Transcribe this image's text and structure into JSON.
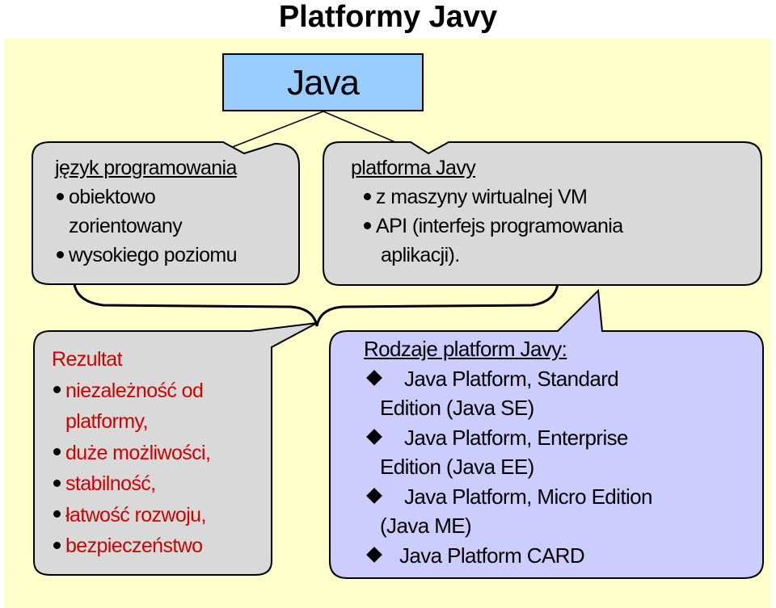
{
  "title": "Platformy Javy",
  "java_label": "Java",
  "language_box": {
    "heading": "język programowania",
    "items": [
      "obiektowo",
      "zorientowany",
      "wysokiego poziomu"
    ]
  },
  "platform_box": {
    "heading": "platforma Javy",
    "items": [
      "z maszyny wirtualnej VM",
      "API (interfejs programowania",
      "aplikacji)."
    ]
  },
  "result_box": {
    "heading": "Rezultat",
    "items": [
      "niezależność od",
      "platformy,",
      "duże możliwości,",
      "stabilność,",
      "łatwość rozwoju,",
      "bezpieczeństwo"
    ]
  },
  "types_box": {
    "heading": "Rodzaje platform Javy:",
    "items": [
      "Java Platform, Standard",
      "Edition (Java SE)",
      "Java Platform, Enterprise",
      "Edition (Java EE)",
      "Java Platform, Micro Edition",
      "(Java ME)",
      "Java Platform CARD"
    ]
  },
  "colors": {
    "background_panel": "#ffffcc",
    "java_box": "#99ccff",
    "grey_bubble": "#d9d9d9",
    "lavender_bubble": "#ccccff",
    "result_text": "#cc0000"
  }
}
